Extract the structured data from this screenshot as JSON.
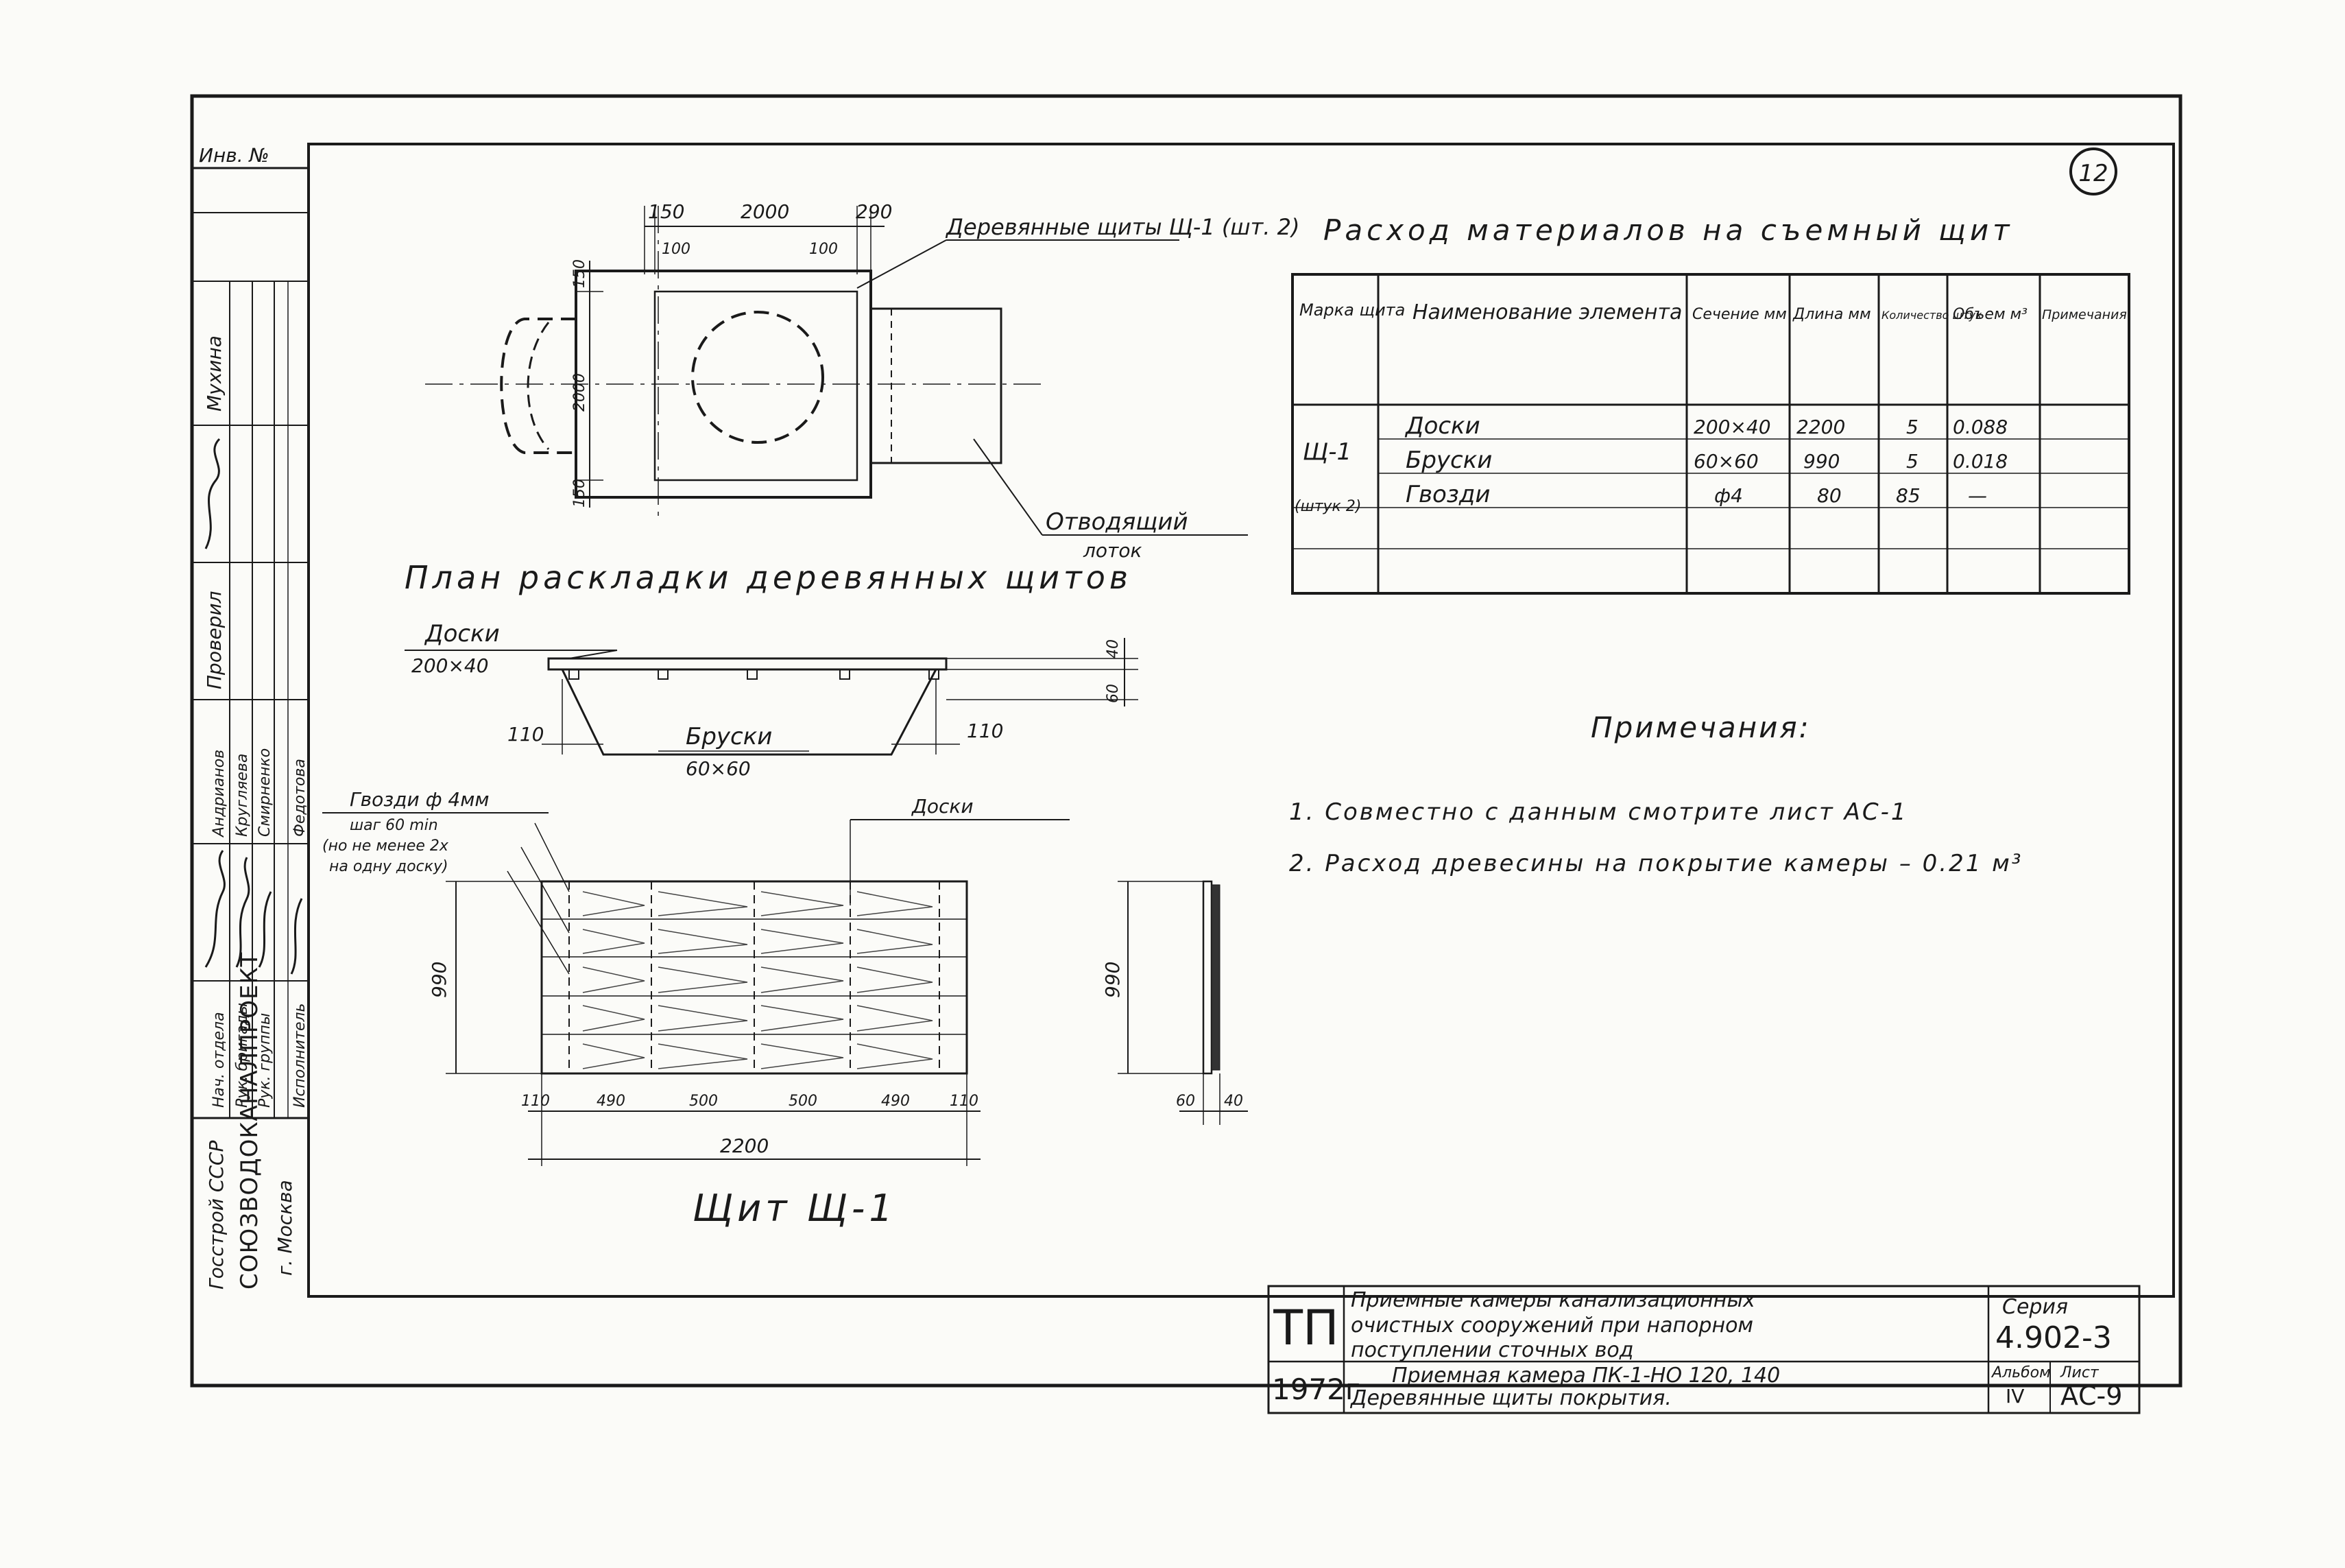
{
  "sheet_number": "12",
  "side_strip": {
    "inv_label": "Инв. №",
    "org_line1": "Госстрой СССР",
    "org_line2": "СОЮЗВОДОКАНАЛПРОЕКТ",
    "city": "г. Москва",
    "roles": [
      "Нач. отдела",
      "Рук. бригады",
      "Рук. группы",
      "Исполнитель"
    ],
    "names": [
      "Андрианов",
      "Кругляева",
      "Смирненко",
      "Федотова"
    ],
    "checked_label": "Проверил",
    "checker": "Мухина"
  },
  "plan": {
    "title": "План раскладки деревянных щитов",
    "dims_top": [
      "150",
      "2000",
      "290"
    ],
    "dims_inner": [
      "100",
      "100"
    ],
    "dims_side": [
      "150",
      "2000",
      "150"
    ],
    "shields_label": "Деревянные щиты Щ-1 (шт. 2)",
    "tray_label_1": "Отводящий",
    "tray_label_2": "лоток"
  },
  "section": {
    "boards_label": "Доски",
    "boards_size": "200×40",
    "bars_label": "Бруски",
    "bars_size": "60×60",
    "dim_left": "110",
    "dim_right": "110",
    "dim_h1": "40",
    "dim_h2": "60"
  },
  "shield": {
    "nails_label_1": "Гвозди ф 4мм",
    "nails_label_2": "шаг 60 min",
    "nails_label_3": "(но не менее 2х",
    "nails_label_4": "на одну доску)",
    "boards_label": "Доски",
    "height_dim": "990",
    "side_height_dim": "990",
    "bottom_dims": [
      "110",
      "490",
      "500",
      "500",
      "490",
      "110"
    ],
    "total_dim": "2200",
    "side_dims": [
      "60",
      "40"
    ],
    "title": "Щит Щ-1"
  },
  "materials": {
    "title": "Расход материалов на съемный щит",
    "headers": [
      "Марка щита",
      "Наименование элемента",
      "Сечение мм",
      "Длина мм",
      "Количество штук",
      "Объем м³",
      "Примечания"
    ],
    "mark": "Щ-1",
    "mark_qty": "(штук 2)",
    "rows": [
      {
        "name": "Доски",
        "section": "200×40",
        "length": "2200",
        "qty": "5",
        "volume": "0.088",
        "note": ""
      },
      {
        "name": "Бруски",
        "section": "60×60",
        "length": "990",
        "qty": "5",
        "volume": "0.018",
        "note": ""
      },
      {
        "name": "Гвозди",
        "section": "ф4",
        "length": "80",
        "qty": "85",
        "volume": "—",
        "note": ""
      }
    ]
  },
  "notes": {
    "title": "Примечания:",
    "items": [
      "1. Совместно с данным смотрите лист АС-1",
      "2. Расход древесины на покрытие камеры – 0.21 м³"
    ]
  },
  "stamp": {
    "logo": "ТП",
    "year": "1972г",
    "title_line1": "Приемные камеры канализационных",
    "title_line2": "очистных сооружений при напорном",
    "title_line3": "поступлении сточных вод",
    "sub_line1": "Приемная камера ПК-1-НО 120, 140",
    "sub_line2": "Деревянные щиты покрытия.",
    "series_label": "Серия",
    "series": "4.902-3",
    "album_label": "Альбом",
    "album": "IV",
    "sheet_label": "Лист",
    "sheet": "АС-9"
  }
}
